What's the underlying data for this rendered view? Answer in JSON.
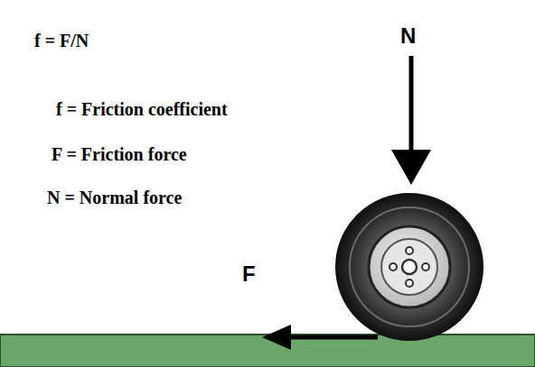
{
  "diagram": {
    "labels": [
      "f = F/N",
      "f = Friction coefficient",
      "F = Friction force",
      "N = Normal force",
      "N",
      "F"
    ]
  }
}
